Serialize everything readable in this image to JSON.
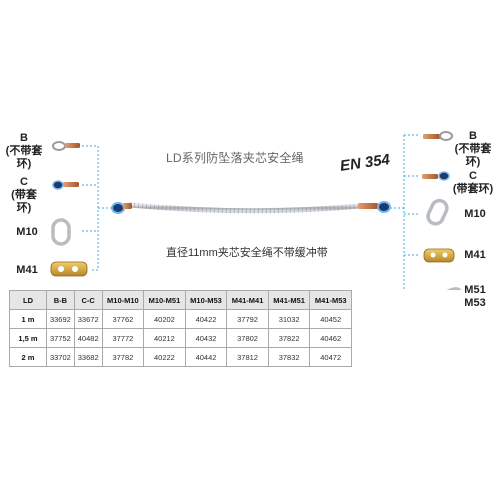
{
  "title": "LD系列防坠落夹芯安全绳",
  "standard": "EN 354",
  "subtitle": "直径11mm夹芯安全绳不带缓冲带",
  "left_options": [
    {
      "code": "B",
      "note": "(不带套环)"
    },
    {
      "code": "C",
      "note": "(带套环)"
    },
    {
      "code": "M10",
      "note": ""
    },
    {
      "code": "M41",
      "note": ""
    }
  ],
  "right_options": [
    {
      "code": "B",
      "note": "(不带套环)"
    },
    {
      "code": "C",
      "note": "(带套环)"
    },
    {
      "code": "M10",
      "note": ""
    },
    {
      "code": "M41",
      "note": ""
    },
    {
      "code": "M51",
      "note": "M53"
    }
  ],
  "colors": {
    "dashed_line": "#3aaee0",
    "thimble": "#c8783c",
    "rope": "#b8bcc2"
  },
  "table": {
    "headers": [
      "LD",
      "B-B",
      "C-C",
      "M10-M10",
      "M10-M51",
      "M10-M53",
      "M41-M41",
      "M41-M51",
      "M41-M53"
    ],
    "rows": [
      [
        "1 m",
        "33692",
        "33672",
        "37762",
        "40202",
        "40422",
        "37792",
        "31032",
        "40452"
      ],
      [
        "1,5 m",
        "37752",
        "40482",
        "37772",
        "40212",
        "40432",
        "37802",
        "37822",
        "40462"
      ],
      [
        "2 m",
        "33702",
        "33682",
        "37782",
        "40222",
        "40442",
        "37812",
        "37832",
        "40472"
      ]
    ]
  }
}
